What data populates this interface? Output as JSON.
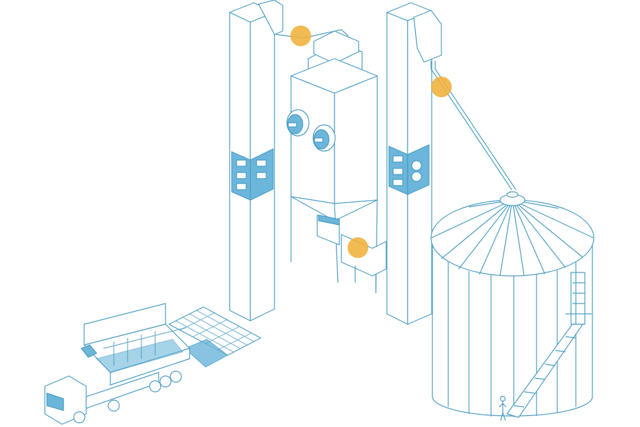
{
  "colors": {
    "line": "#4a9cc4",
    "fill": "#6bb6da",
    "hotspot": "#f0b33f",
    "background": "#ffffff"
  },
  "hotspots": [
    {
      "name": "dryer-inlet-hotspot"
    },
    {
      "name": "silo-pipe-hotspot"
    },
    {
      "name": "conveyor-hotspot"
    }
  ]
}
